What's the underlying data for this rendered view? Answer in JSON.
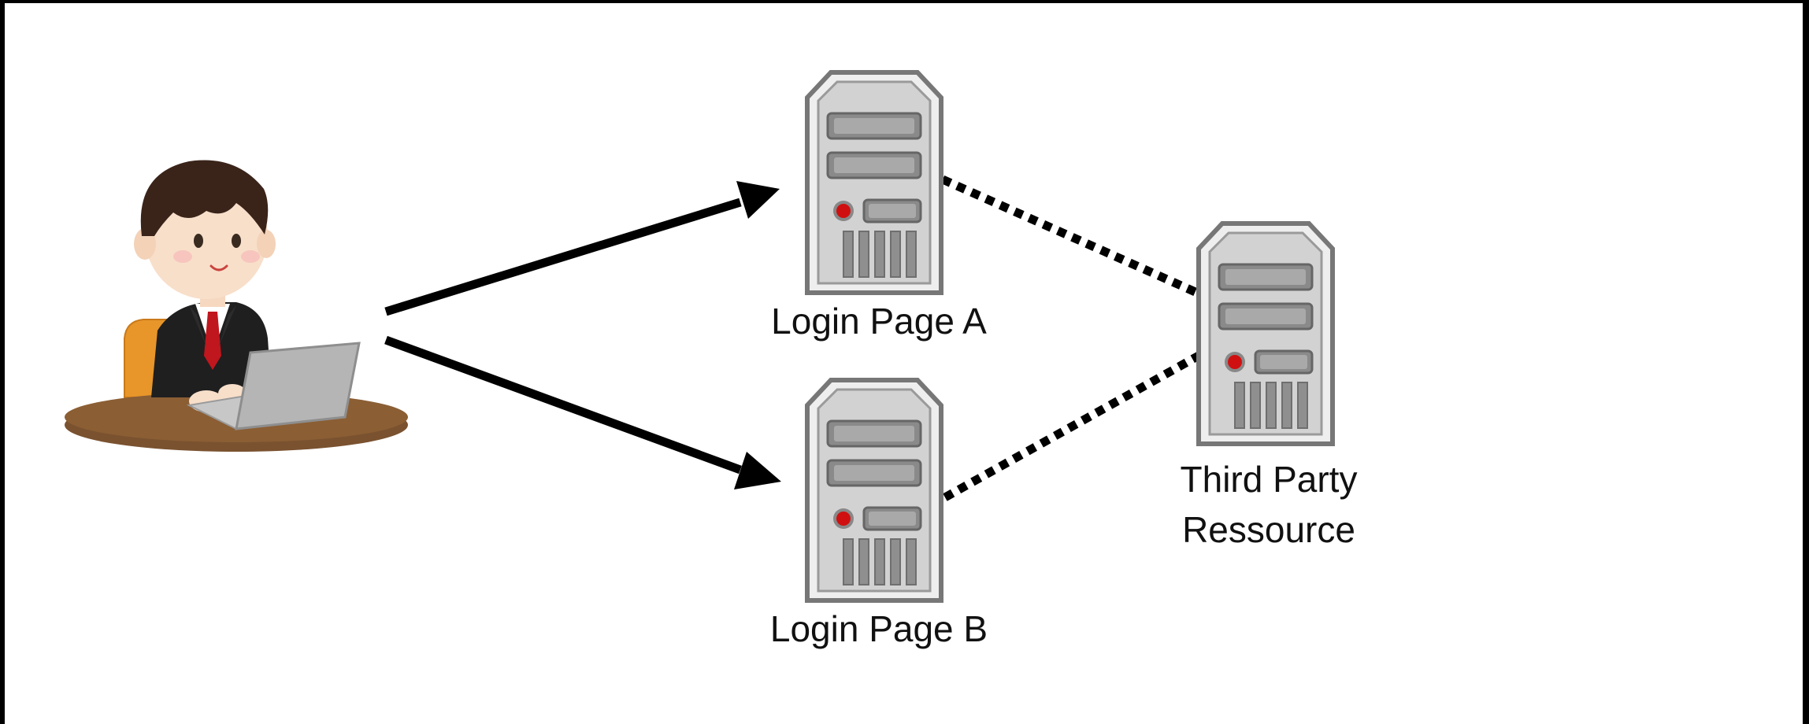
{
  "nodes": {
    "user": {
      "icon": "user-at-laptop-icon"
    },
    "login_page_a": {
      "label": "Login Page A",
      "icon": "server-icon"
    },
    "login_page_b": {
      "label": "Login Page B",
      "icon": "server-icon"
    },
    "third_party": {
      "label_line1": "Third Party",
      "label_line2": "Ressource",
      "icon": "server-icon"
    }
  },
  "edges": [
    {
      "from": "user",
      "to": "login_page_a",
      "style": "solid-arrow"
    },
    {
      "from": "user",
      "to": "login_page_b",
      "style": "solid-arrow"
    },
    {
      "from": "login_page_a",
      "to": "third_party",
      "style": "dotted"
    },
    {
      "from": "login_page_b",
      "to": "third_party",
      "style": "dotted"
    }
  ],
  "colors": {
    "background": "#ffffff",
    "frame": "#000000",
    "edge": "#000000",
    "server_body": "#d4d4d4",
    "server_outline": "#6e6e6e",
    "server_led": "#cc1111",
    "table": "#8b5e34",
    "chair": "#e8952a",
    "laptop": "#b5b5b5"
  }
}
